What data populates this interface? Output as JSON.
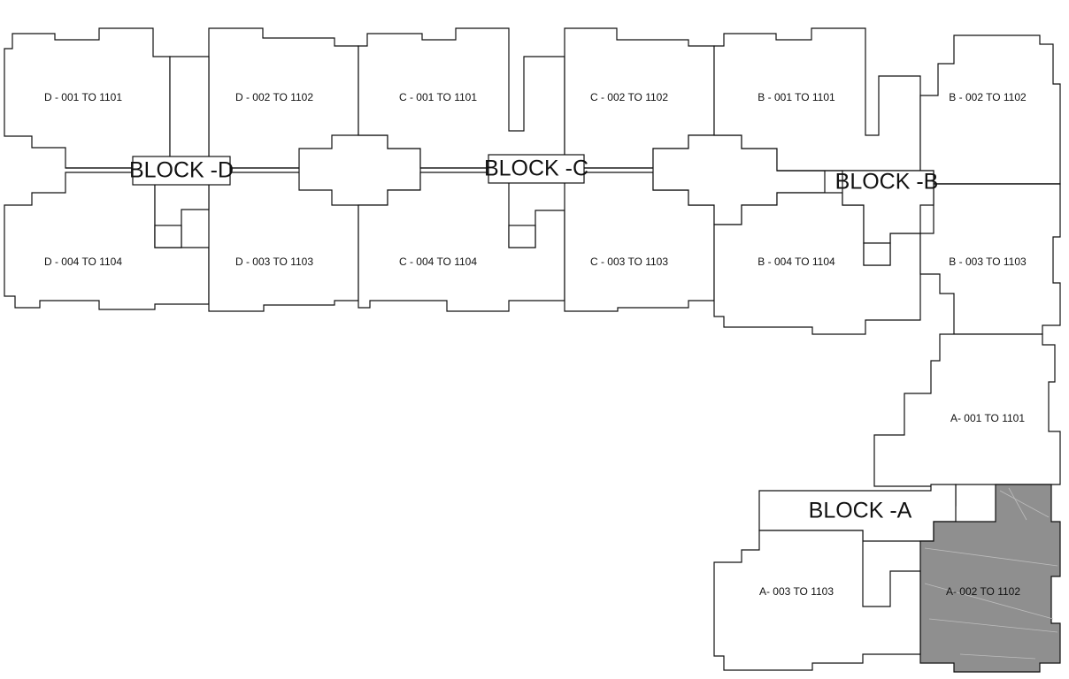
{
  "blocks": {
    "d": "BLOCK -D",
    "c": "BLOCK -C",
    "b": "BLOCK -B",
    "a": "BLOCK -A"
  },
  "units": {
    "d_001": "D - 001 TO 1101",
    "d_002": "D - 002 TO 1102",
    "d_003": "D - 003 TO 1103",
    "d_004": "D - 004 TO 1104",
    "c_001": "C - 001 TO 1101",
    "c_002": "C - 002 TO 1102",
    "c_003": "C - 003 TO 1103",
    "c_004": "C - 004 TO 1104",
    "b_001": "B - 001 TO 1101",
    "b_002": "B - 002 TO 1102",
    "b_003": "B - 003 TO 1103",
    "b_004": "B - 004 TO 1104",
    "a_001": "A- 001 TO 1101",
    "a_002": "A- 002 TO 1102",
    "a_003": "A- 003 TO 1103"
  },
  "selected_unit": "A- 002 TO 1102",
  "colors": {
    "selected_fill": "#8f8f8f",
    "outline": "#111111",
    "background": "#ffffff"
  }
}
